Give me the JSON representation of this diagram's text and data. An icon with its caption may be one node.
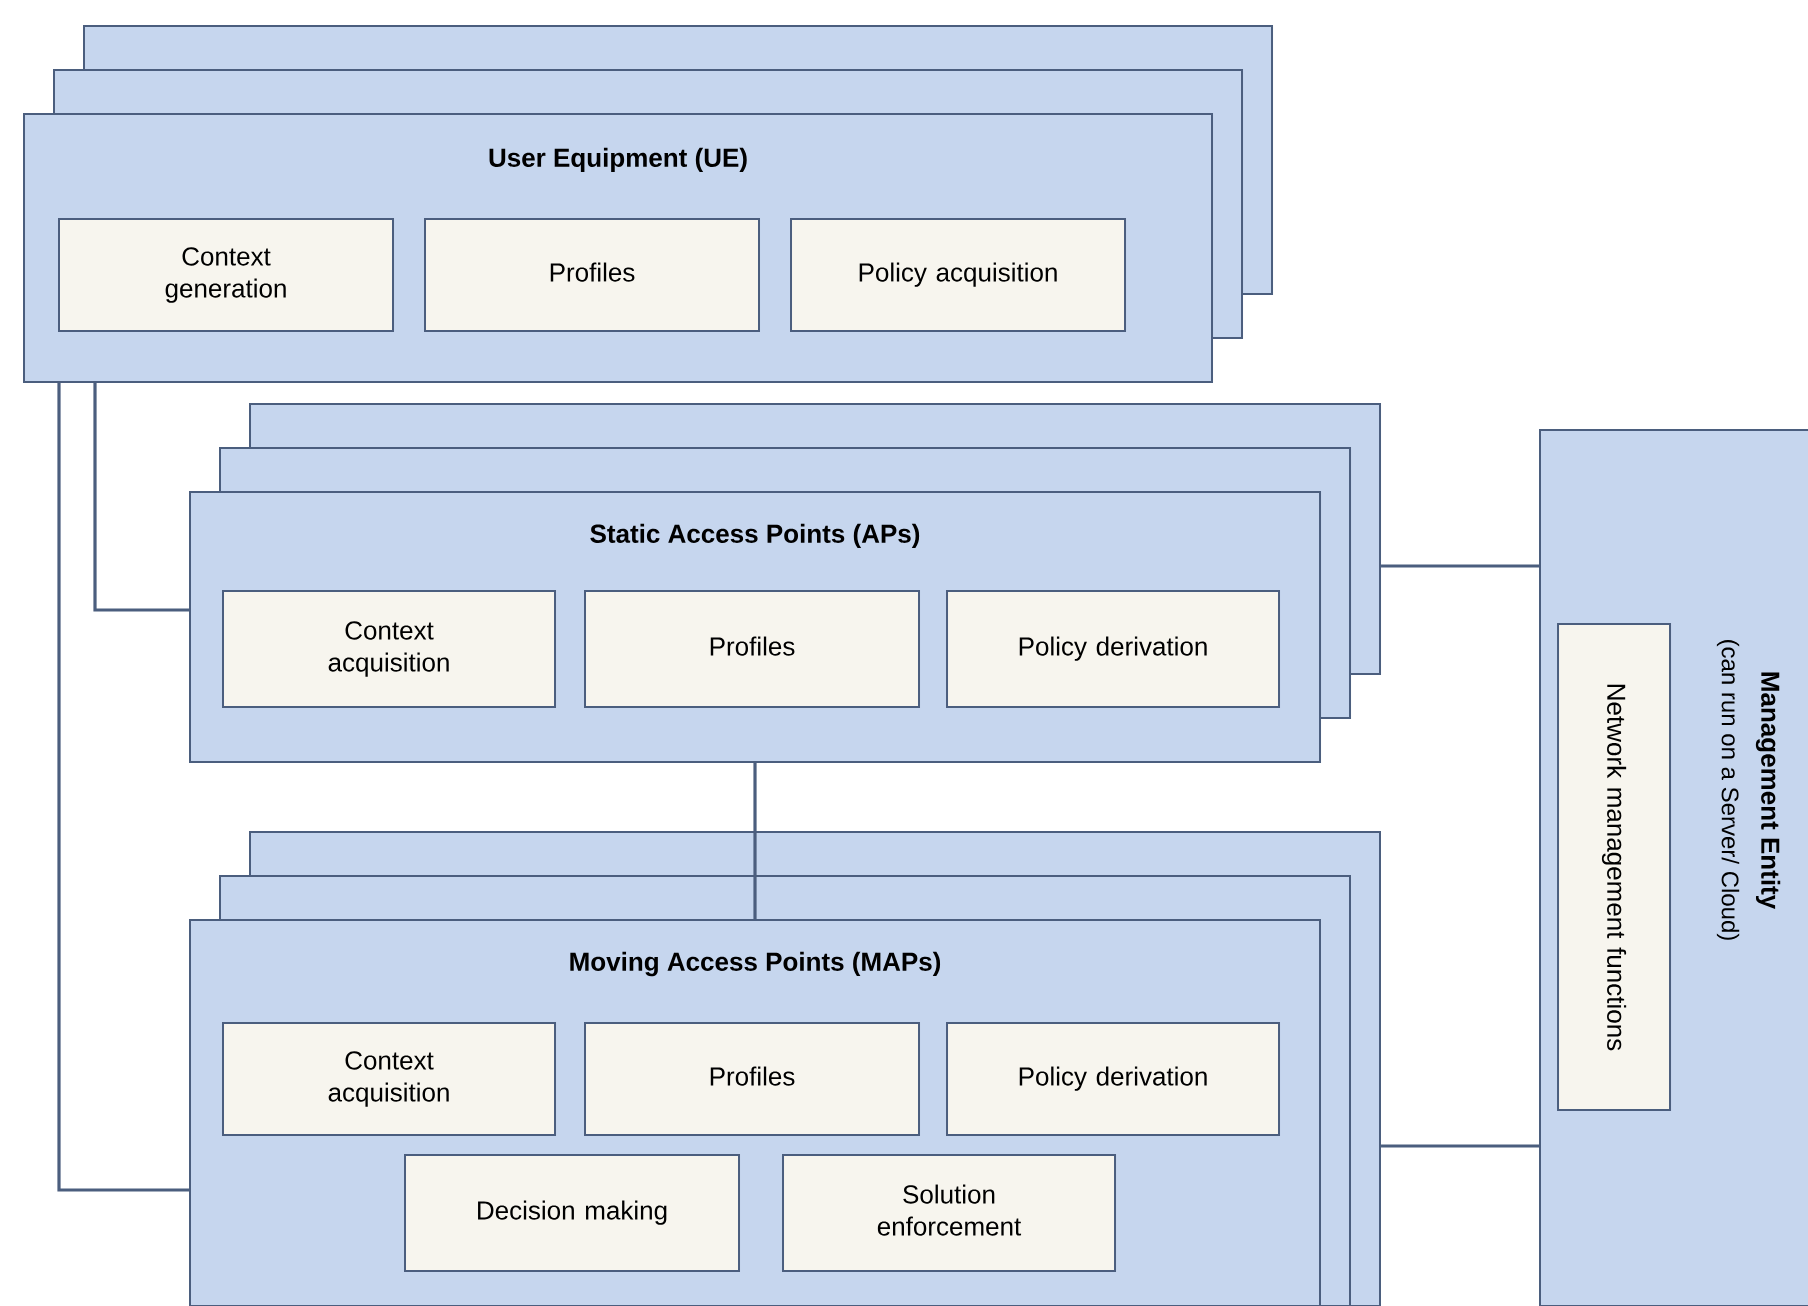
{
  "diagram": {
    "nodes": [
      {
        "text": [
          "User Equipment (UE)"
        ]
      },
      {
        "text": [
          "Context generation"
        ],
        "in": 0
      },
      {
        "text": [
          "Profiles"
        ],
        "in": 0
      },
      {
        "text": [
          "Policy acquisition"
        ],
        "in": 0
      },
      {
        "text": [
          "Static Access Points (APs)"
        ]
      },
      {
        "text": [
          "Context acquisition"
        ],
        "in": 4
      },
      {
        "text": [
          "Profiles"
        ],
        "in": 4
      },
      {
        "text": [
          "Policy derivation"
        ],
        "in": 4
      },
      {
        "text": [
          "Moving Access Points (MAPs)"
        ]
      },
      {
        "text": [
          "Context acquisition"
        ],
        "in": 8
      },
      {
        "text": [
          "Profiles"
        ],
        "in": 8
      },
      {
        "text": [
          "Policy derivation"
        ],
        "in": 8
      },
      {
        "text": [
          "Decision making"
        ],
        "in": 8
      },
      {
        "text": [
          "Solution enforcement"
        ],
        "in": 8
      },
      {
        "text": [
          "Management Entity",
          "(can run on a Server/ Cloud)"
        ]
      },
      {
        "text": [
          "Network management functions"
        ],
        "in": 14
      }
    ],
    "edges": [
      {
        "from": 0,
        "to": 4,
        "arrow": "none"
      },
      {
        "from": 0,
        "to": 8,
        "arrow": "none"
      },
      {
        "from": 4,
        "to": 8,
        "arrow": "none"
      },
      {
        "from": 4,
        "to": 14,
        "arrow": "none"
      },
      {
        "from": 8,
        "to": 14,
        "arrow": "none"
      }
    ]
  }
}
